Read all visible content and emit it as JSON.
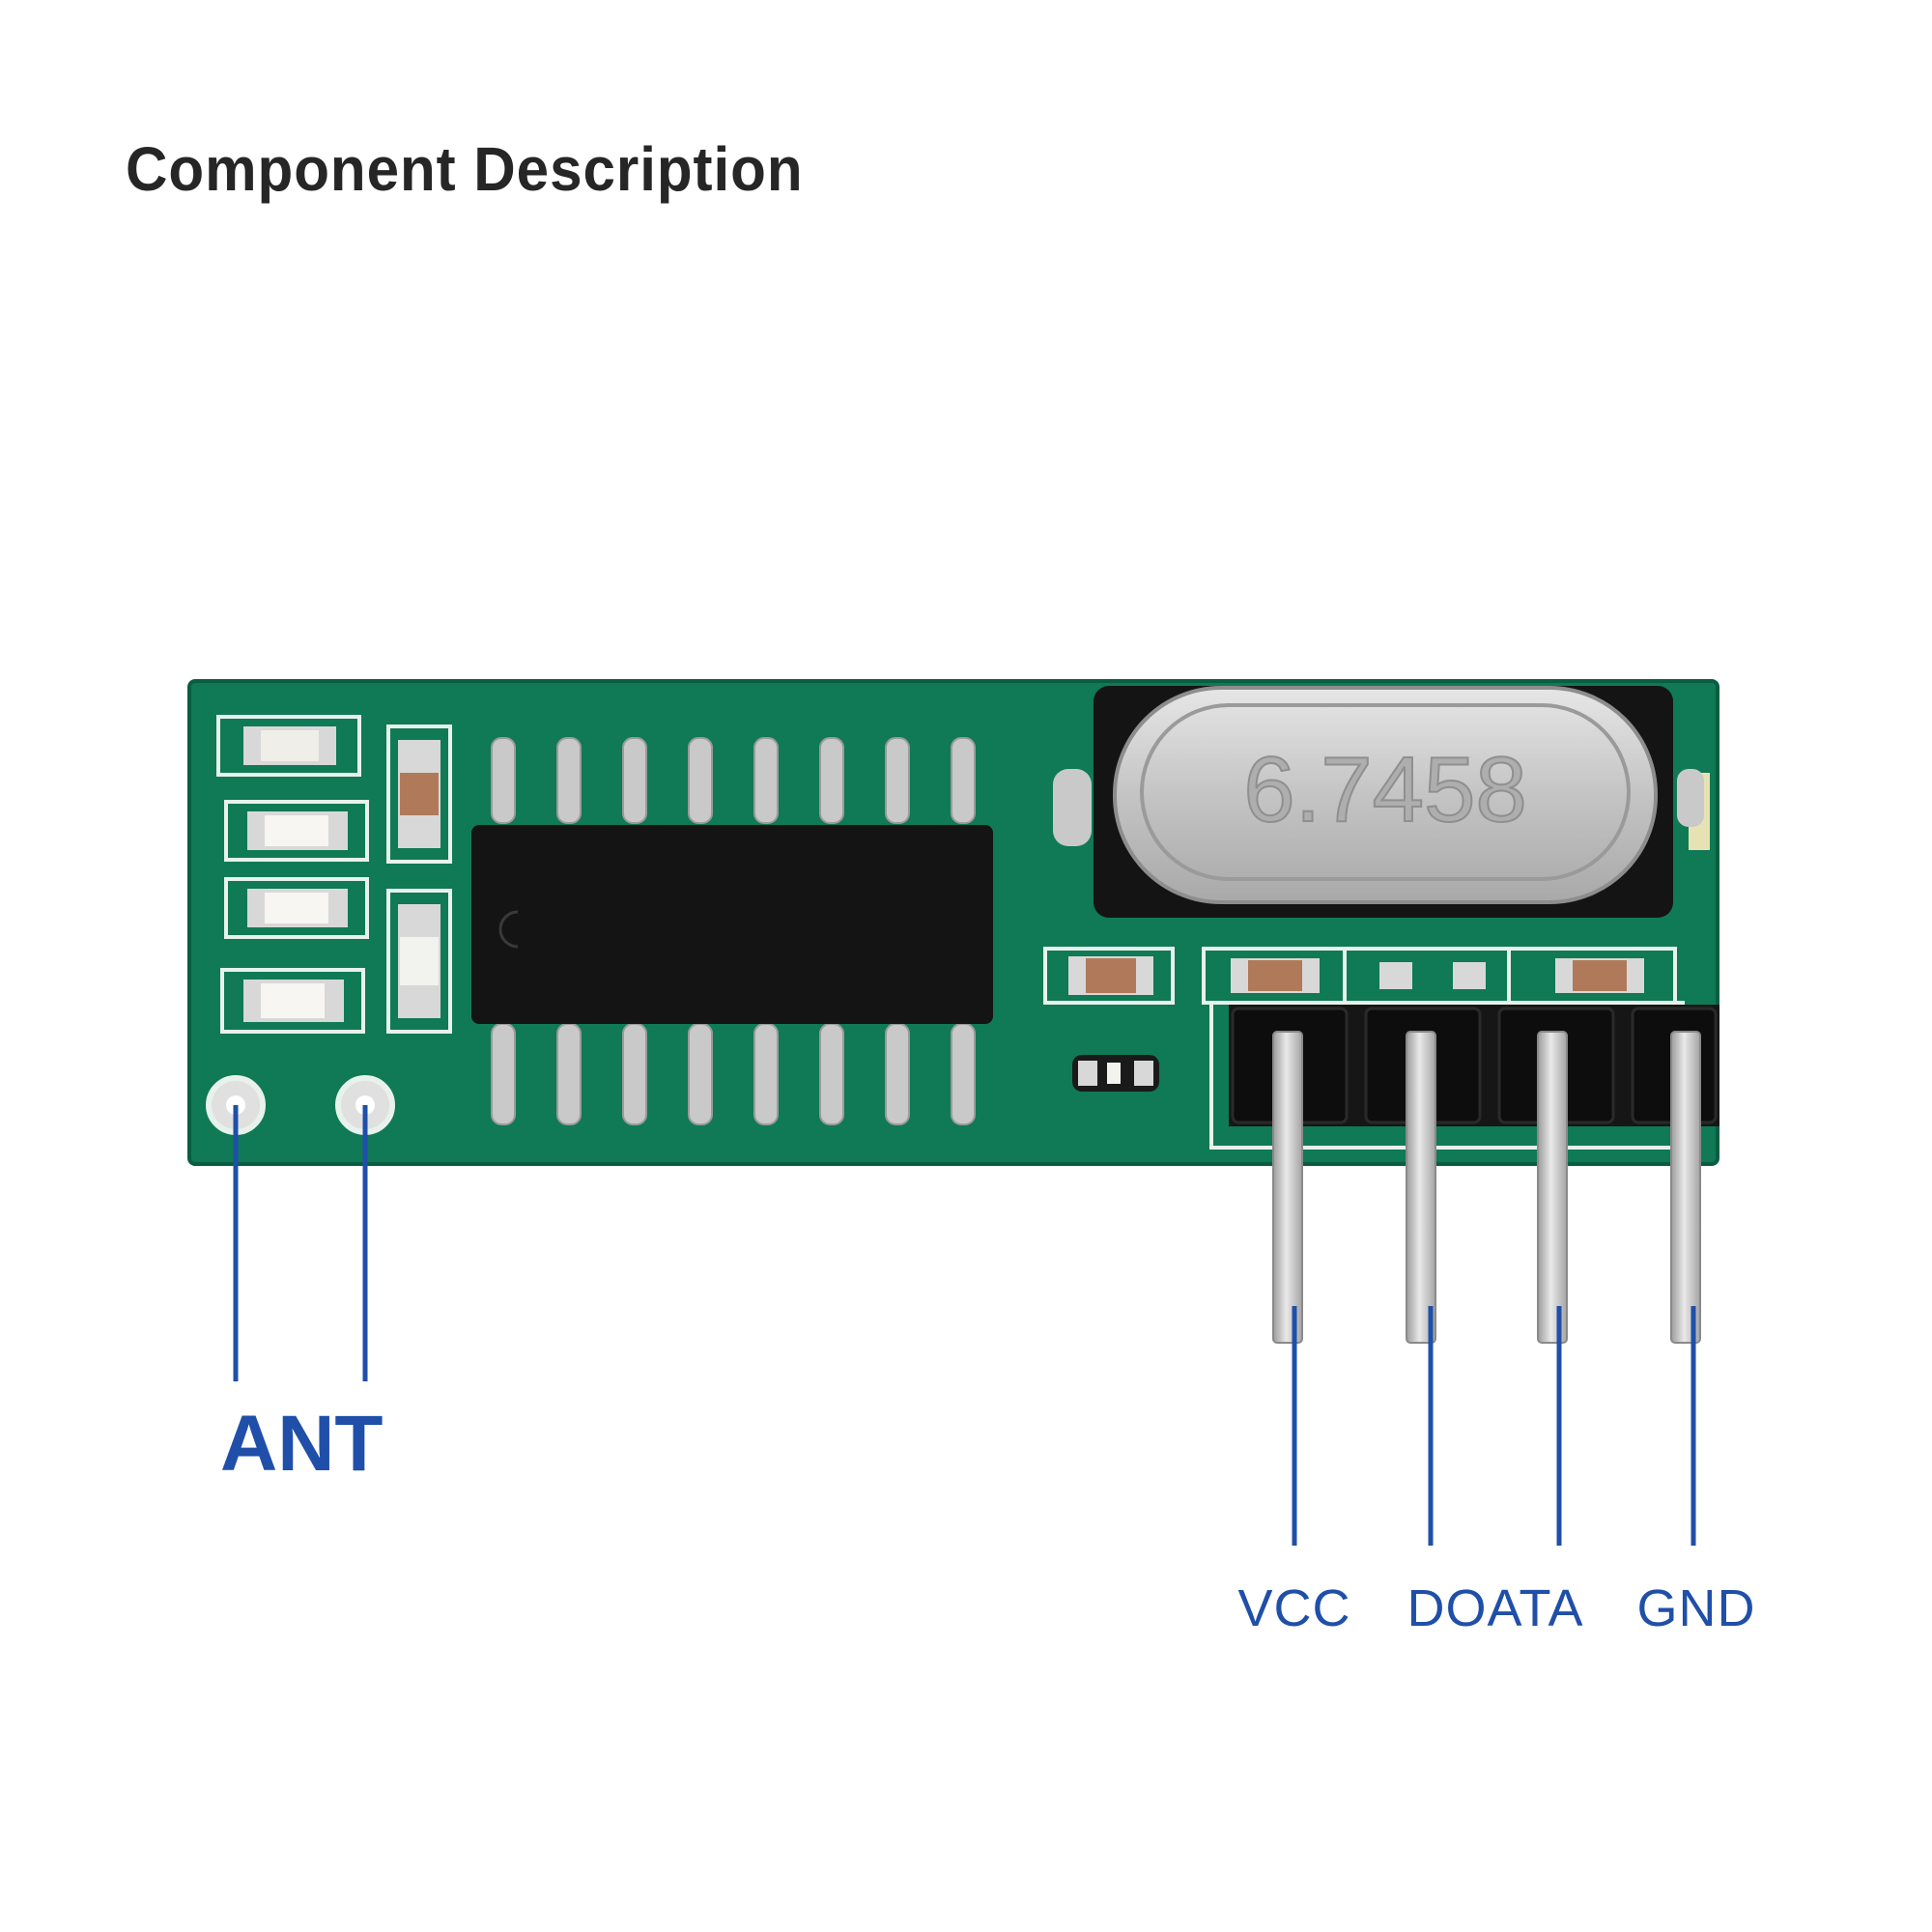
{
  "title": "Component Description",
  "crystal_marking": "6.7458",
  "antenna_label": "ANT",
  "pins": [
    "VCC",
    "DOATA",
    "GND"
  ],
  "colors": {
    "pcb": "#0f7a55",
    "pcb_dark": "#0a5e40",
    "silkscreen": "#e8f2ec",
    "label_blue": "#1f4fa8",
    "title_gray": "#262626",
    "chip": "#141414",
    "metal": "#c9c9c9"
  }
}
